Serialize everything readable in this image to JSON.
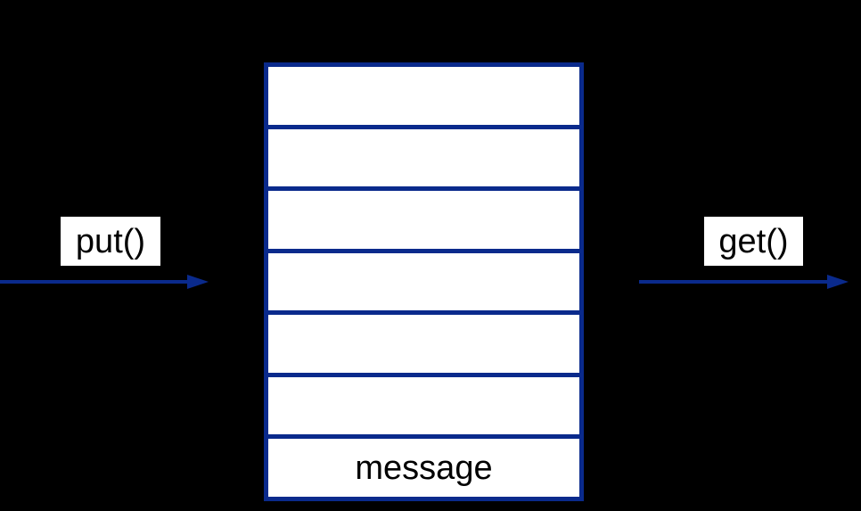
{
  "diagram": {
    "title": "message queue put/get diagram",
    "background_color": "#000000",
    "accent_color": "#0a2a8c",
    "cell_fill_color": "#ffffff",
    "text_color": "#000000"
  },
  "queue": {
    "name": "message-queue",
    "cell_count": 7,
    "cells": [
      {
        "label": ""
      },
      {
        "label": ""
      },
      {
        "label": ""
      },
      {
        "label": ""
      },
      {
        "label": ""
      },
      {
        "label": ""
      },
      {
        "label": "message"
      }
    ]
  },
  "operations": {
    "input": {
      "label": "put()",
      "arrow_direction": "right",
      "arrow_color": "#0a2a8c"
    },
    "output": {
      "label": "get()",
      "arrow_direction": "right",
      "arrow_color": "#0a2a8c"
    }
  }
}
